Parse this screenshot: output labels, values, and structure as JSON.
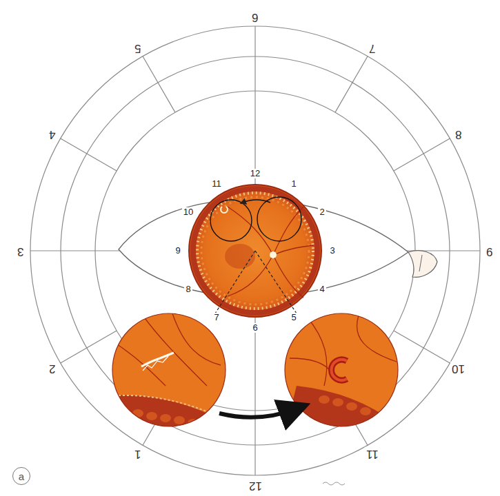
{
  "diagram": {
    "nodes": [
      {
        "text": [
          "a"
        ]
      }
    ],
    "labels": [
      "6",
      "5",
      "4",
      "3",
      "2",
      "1",
      "12",
      "11",
      "10",
      "9",
      "8",
      "7",
      "12",
      "1",
      "2",
      "3",
      "4",
      "5",
      "6",
      "7",
      "8",
      "9",
      "10",
      "11"
    ]
  }
}
